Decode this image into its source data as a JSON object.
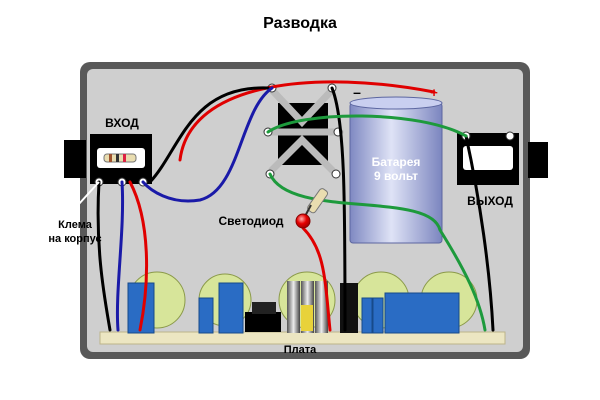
{
  "title": "Разводка",
  "labels": {
    "input": "ВХОД",
    "output": "ВЫХОД",
    "ground_clamp_line1": "Клема",
    "ground_clamp_line2": "на корпус",
    "led": "Светодиод",
    "battery_line1": "Батарея",
    "battery_line2": "9 вольт",
    "board": "Плата",
    "battery_minus": "–",
    "battery_plus": "+"
  },
  "colors": {
    "enclosure": "#595959",
    "enclosure_inner": "#cfcfcf",
    "jack": "#000000",
    "board": "#ece6c2",
    "wire_red": "#e00000",
    "wire_blue": "#1a1aa8",
    "wire_black": "#000000",
    "wire_green": "#1d9a3c",
    "battery": "#a9b2dc",
    "led": "#e60000",
    "component_blue": "#2a6cc4",
    "component_green": "#d7e59a"
  }
}
